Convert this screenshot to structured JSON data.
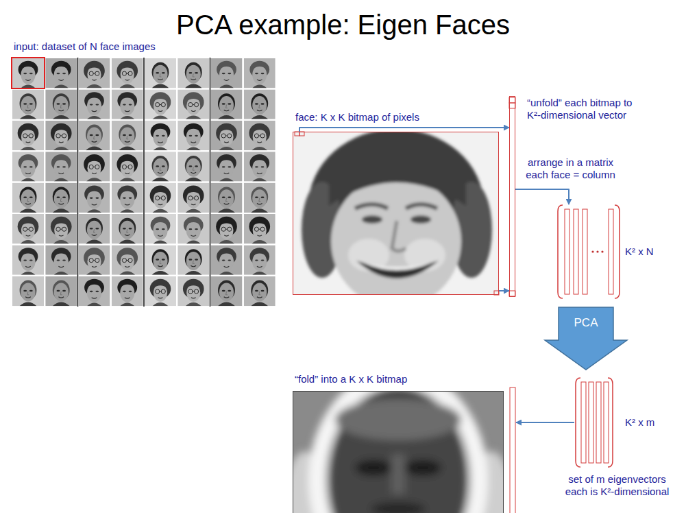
{
  "diagram": {
    "title": "PCA example: Eigen Faces",
    "nodes": [
      {
        "text": [
          "input: dataset of N face images"
        ]
      },
      {
        "text": [
          "face: K x K bitmap of pixels"
        ]
      },
      {
        "text": [
          "“unfold” each bitmap to K²-dimensional vector"
        ]
      },
      {
        "text": [
          "arrange in a matrix each face = column",
          "K² x N"
        ]
      },
      {
        "text": [
          "PCA"
        ]
      },
      {
        "text": [
          "“fold” into a K x K bitmap"
        ]
      },
      {
        "text": [
          "K² x m",
          "set of m eigenvectors each is K²-dimensional"
        ]
      }
    ],
    "edges": [
      {
        "from": 1,
        "to": 2,
        "arrow": "to"
      },
      {
        "from": 1,
        "to": 2,
        "arrow": "to"
      },
      {
        "from": 2,
        "to": 3,
        "arrow": "to"
      },
      {
        "from": 6,
        "to": 5,
        "arrow": "to"
      }
    ]
  }
}
